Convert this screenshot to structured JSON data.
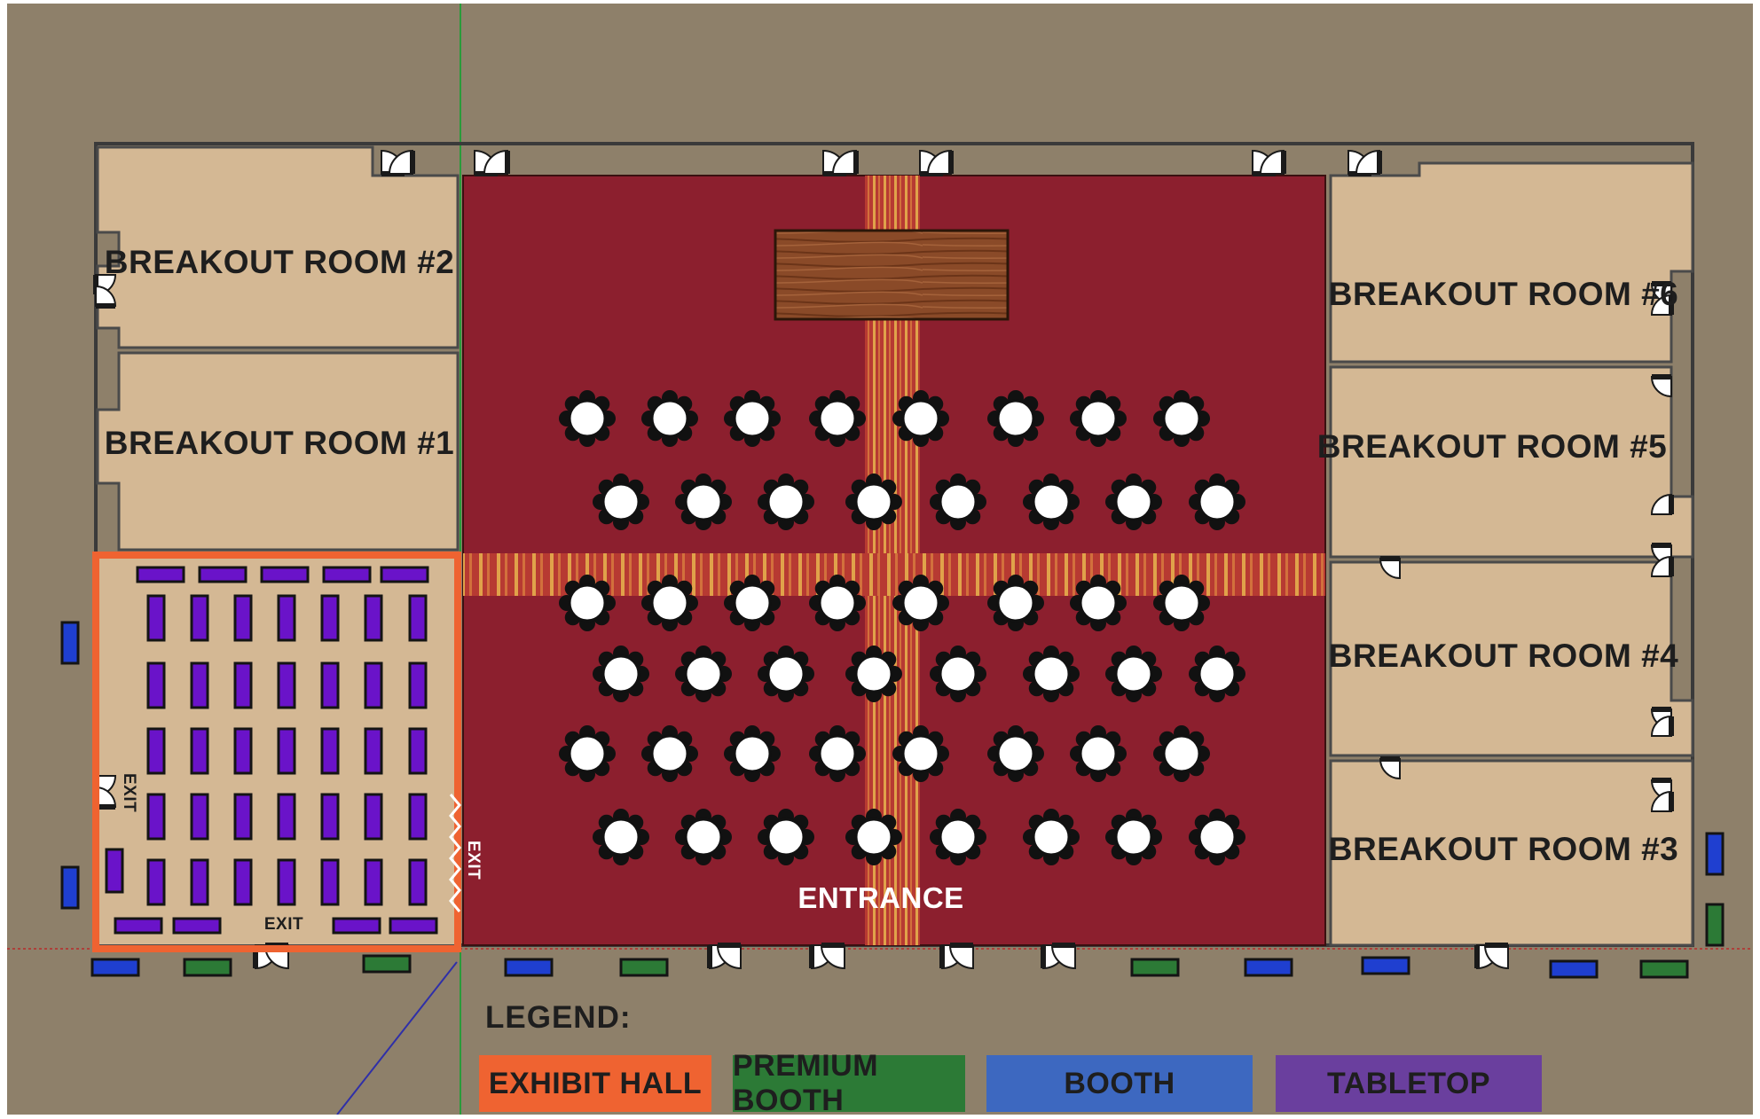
{
  "colors": {
    "ground": "#8e806a",
    "room": "#d4b894",
    "carpet": "#8c1f2e",
    "aisle": "#c9553a",
    "stage": "#8a4a28",
    "exhibit_hall": "#ef6331",
    "premium_booth": "#2c7a36",
    "booth": "#1f3fd0",
    "tabletop": "#6a13c9"
  },
  "rooms": {
    "breakout_2": "BREAKOUT ROOM #2",
    "breakout_1": "BREAKOUT ROOM #1",
    "breakout_6": "BREAKOUT ROOM #6",
    "breakout_5": "BREAKOUT ROOM #5",
    "breakout_4": "BREAKOUT ROOM #4",
    "breakout_3": "BREAKOUT ROOM #3"
  },
  "labels": {
    "entrance": "ENTRANCE",
    "exit": "EXIT"
  },
  "legend": {
    "title": "LEGEND:",
    "items": [
      {
        "label": "EXHIBIT HALL",
        "color": "#ef6331",
        "text_color": "#1e1e1e"
      },
      {
        "label": "PREMIUM BOOTH",
        "color": "#2c7a36",
        "text_color": "#1e1e1e"
      },
      {
        "label": "BOOTH",
        "color": "#3d68c0",
        "text_color": "#1e1e1e"
      },
      {
        "label": "TABLETOP",
        "color": "#6a3f9e",
        "text_color": "#1e1e1e"
      }
    ]
  }
}
